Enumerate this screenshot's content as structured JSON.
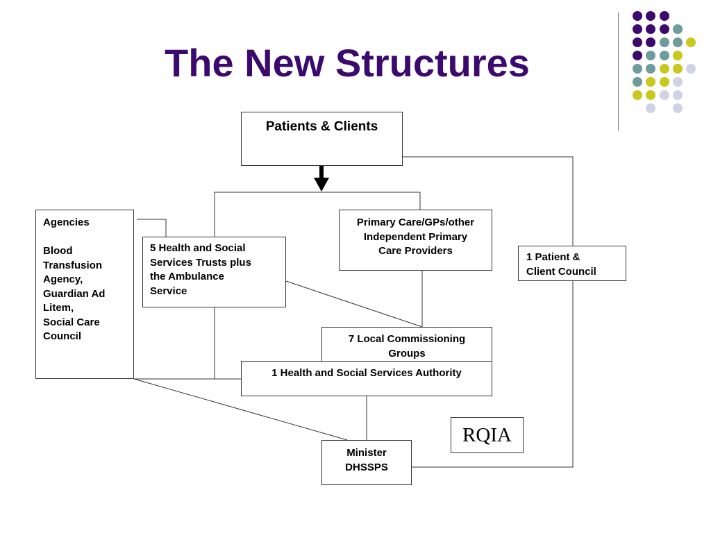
{
  "title": "The New Structures",
  "dot_colors": {
    "purple": "#3c0a6e",
    "teal": "#6e9c9c",
    "yellow": "#c8c81e",
    "lavender": "#d2d2e6"
  },
  "boxes": {
    "patients": "Patients & Clients",
    "agencies": "Agencies\n\n Blood\nTransfusion\nAgency,\nGuardian Ad\nLitem,\nSocial Care\nCouncil",
    "trusts": "5 Health and Social\nServices Trusts plus\nthe Ambulance\nService",
    "primary_care": "Primary Care/GPs/other\nIndependent Primary\nCare Providers",
    "patient_council": "1 Patient &\nClient Council",
    "commissioning": "7 Local Commissioning\nGroups",
    "authority": "1 Health and Social Services Authority",
    "rqia": "RQIA",
    "minister": "Minister\nDHSSPS"
  }
}
